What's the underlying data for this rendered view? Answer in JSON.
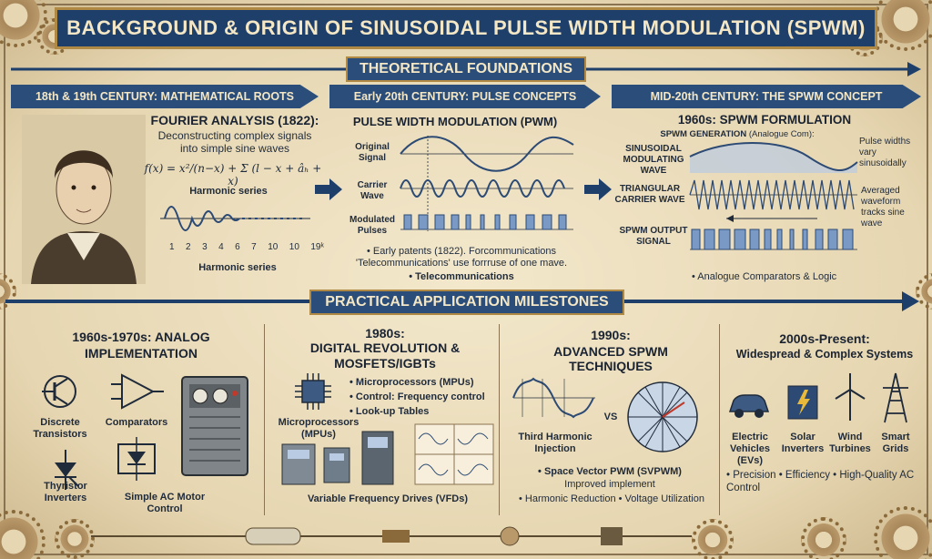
{
  "title": "BACKGROUND & ORIGIN OF SINUSOIDAL PULSE WIDTH MODULATION (SPWM)",
  "theory_banner": "THEORETICAL FOUNDATIONS",
  "eras": [
    {
      "label": "18th & 19th CENTURY: MATHEMATICAL ROOTS"
    },
    {
      "label": "Early 20th CENTURY: PULSE CONCEPTS"
    },
    {
      "label": "MID-20th CENTURY: THE SPWM CONCEPT"
    }
  ],
  "fourier": {
    "heading": "FOURIER ANALYSIS (1822):",
    "desc": "Deconstructing complex signals into simple sine waves",
    "formula": "f(x) = x²/(n−x) + Σ (l − x + âₕ + x)",
    "caption": "Harmonic series",
    "ticks": [
      "1",
      "2",
      "3",
      "4",
      "6",
      "7",
      "10",
      "10",
      "19ᵏ"
    ],
    "bottom_caption": "Harmonic series"
  },
  "pwm": {
    "heading": "PULSE WIDTH MODULATION (PWM)",
    "labels": [
      "Original Signal",
      "Carrier Wave",
      "Modulated Pulses"
    ],
    "note1": "• Early patents (1822). Forcommunications 'Telecommunications' use forrruse of one mave.",
    "note2": "• Telecommunications"
  },
  "spwm": {
    "heading": "1960s: SPWM FORMULATION",
    "sub_bold": "SPWM GENERATION",
    "sub_rest": "(Analogue Com):",
    "labels": [
      "SINUSOIDAL MODULATING WAVE",
      "TRIANGULAR CARRIER WAVE",
      "SPWM OUTPUT SIGNAL"
    ],
    "annotation1": "Pulse widths vary sinusoidally",
    "annotation2": "Averaged waveform tracks sine wave",
    "note": "• Analogue Comparators & Logic"
  },
  "practical_banner": "PRACTICAL APPLICATION MILESTONES",
  "m1": {
    "heading": "1960s-1970s: ANALOG IMPLEMENTATION",
    "items": [
      "Discrete Transistors",
      "Comparators",
      "Thyristor Inverters",
      "Simple AC Motor Control"
    ]
  },
  "m2": {
    "heading_year": "1980s:",
    "heading": "DIGITAL REVOLUTION & MOSFETS/IGBTs",
    "bullets": [
      "• Microprocessors (MPUs)",
      "• Control: Frequency control",
      "• Look-up Tables"
    ],
    "mpu": "Microprocessors (MPUs)",
    "vfd": "Variable Frequency Drives (VFDs)"
  },
  "m3": {
    "heading_year": "1990s:",
    "heading": "ADVANCED SPWM TECHNIQUES",
    "third": "Third Harmonic Injection",
    "vs": "VS",
    "svpwm": "• Space Vector PWM (SVPWM)",
    "svpwm_sub": "Improved implement",
    "bullets": "• Harmonic Reduction • Voltage Utilization"
  },
  "m4": {
    "heading_year": "2000s-Present:",
    "heading": "Widespread & Complex Systems",
    "items": [
      "Electric Vehicles (EVs)",
      "Solar Inverters",
      "Wind Turbines",
      "Smart Grids"
    ],
    "bullets": "• Precision • Efficiency • High-Quality AC Control"
  },
  "colors": {
    "navy": "#1f3f6b",
    "banner": "#2a4d7a",
    "parchment": "#efe3c4",
    "bronze": "#b08a45",
    "wave": "#2c4a74"
  }
}
